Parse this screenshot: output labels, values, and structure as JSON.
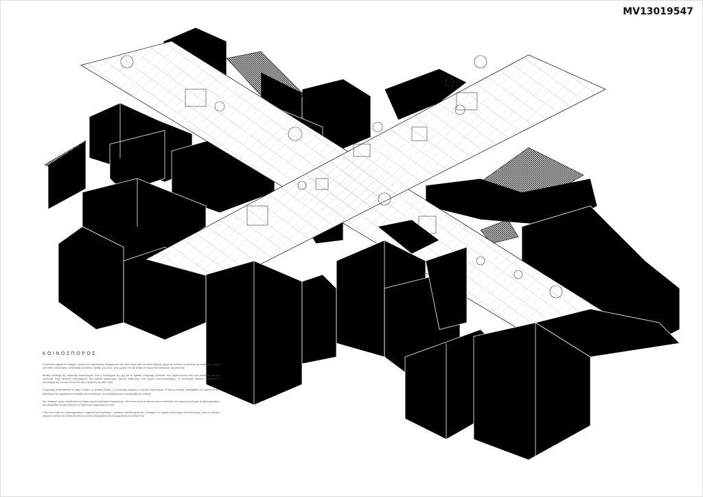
{
  "code": "MV13019547",
  "text": {
    "heading": "ΚΟΙΝΟΣΠΟΡΟΣ",
    "paragraphs": [
      "Η πρόταση αφορά το \"σπαρμό\" μεταξύ των οικοδομικών τετραγώνων έτσι ώστε μέσα από τον κοινό δημόσιο χώρο να ενωθούν οι κάτοικοι της πόλης και να γίνει ένα πεδίο συνάντησης, ανταλλαγής και κοινής δράσης για όλους, ένας χώρος που θα ανήκει σε όλους τους κατοίκους της γειτονιάς.",
      "Βασική επιδίωξη της πρότασης κοινόσπορος είναι η καλλιέργεια της γης και οι δράσεις ενίσχυσης γειτονιάς που οργανώνονται από τους κατοίκους και την κοινότητα. Στην πρόταση συνυπάρχουν δύο βασικοί χαρακτήρες, τρόπος διαβίωσης, ένας χώρος κοινωνικοποίησης. Οι συλλογικές δράσεις ενισχύουν τη συνύπαρξη της έννοιας του κοινού και η προβολή της στην πόλη.",
      "Η πρόταση αναπτύσσεται σε τρεις ενότητες: α. Αστικός Κήπος, β. Συλλογικές Δράσεις, γ. Αστικός Εξοπλισμός. Η πρώτη ενότητα περιλαμβάνει τα κιόσκια και τον εξοπλισμό που χρειάζονται οι κάτοικοι για τη φύτευση, την καλλιέργεια και τη συγκομιδή της σοδειάς.",
      "Στο \"σπαρμό\" όμως τοποθετείται σε καίρια σημεία περίπτερα ενημέρωσης - info boxes όπου οι κάτοικοι και οι επισκέπτες θα ενημερώνονται για τις δραστηριότητες της εβδομάδας και θα μπορούν να δηλώνουν συμμετοχή σε αυτές.",
      "Γύρω από αυτά των δραστηριοτήτων, εμφανίζονται περίπτερα - pavilions τοποθετημένα στο \"σπαρμό\" ως σημεία συνάντησης και ανταλλαγής, όπου οι κάτοικοι μπορούν να δουν τα αποτελέσματα της κοινής καλλιέργειας και να μοιραστούν τη σοδειά τους."
    ]
  },
  "colors": {
    "building": "#000000",
    "plaza": "#ffffff",
    "line": "#222222"
  }
}
